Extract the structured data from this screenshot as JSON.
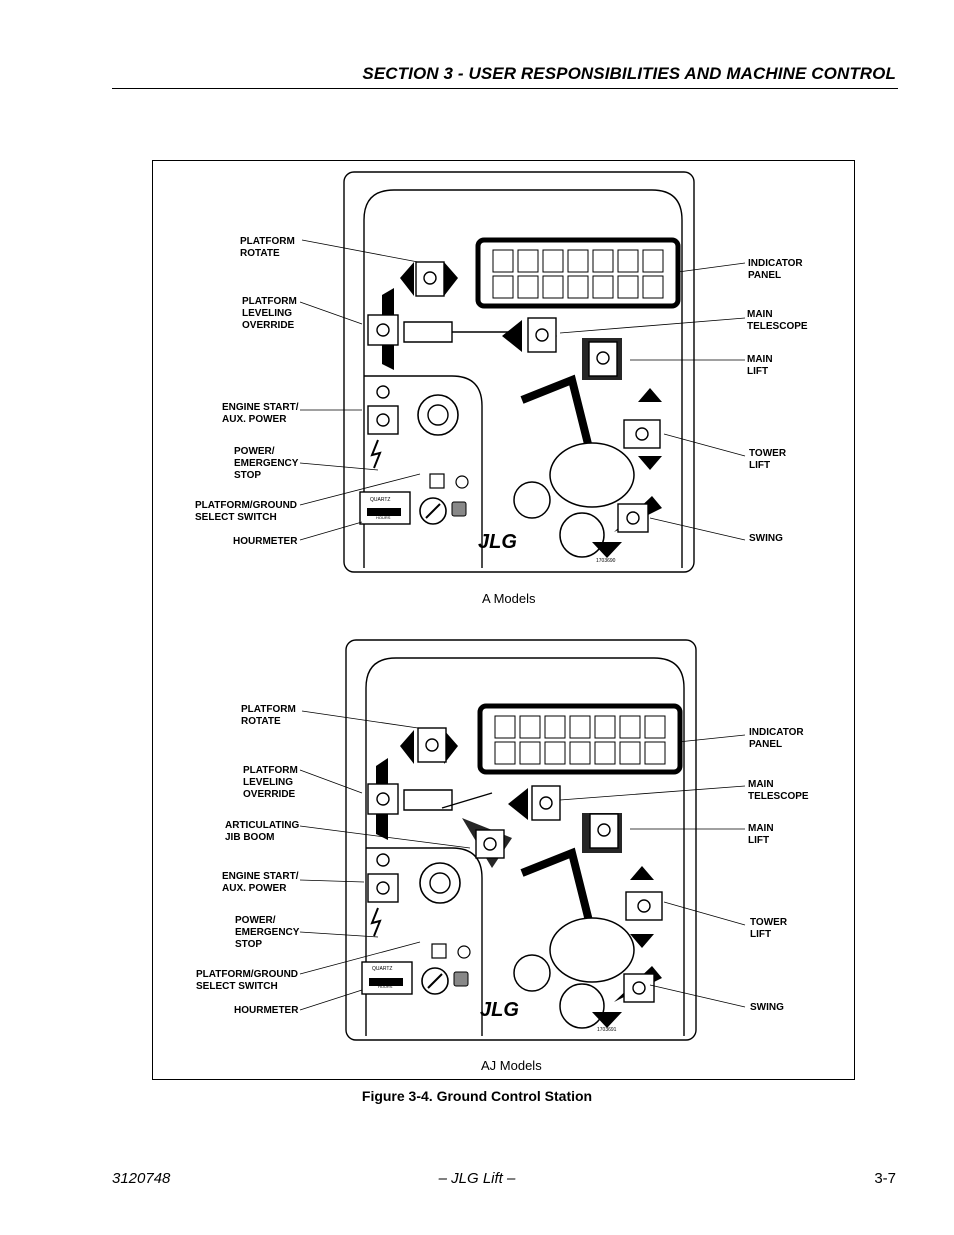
{
  "header": {
    "section_title": "SECTION 3 - USER RESPONSIBILITIES AND MACHINE CONTROL"
  },
  "figure": {
    "caption": "Figure 3-4.  Ground Control Station",
    "panel_a": {
      "caption": "A Models",
      "part_number": "1703690",
      "labels_left": [
        "PLATFORM\nROTATE",
        "PLATFORM\nLEVELING\nOVERRIDE",
        "ENGINE START/\nAUX. POWER",
        "POWER/\nEMERGENCY\nSTOP",
        "PLATFORM/GROUND\nSELECT SWITCH",
        "HOURMETER"
      ],
      "labels_right": [
        "INDICATOR\nPANEL",
        "MAIN\nTELESCOPE",
        "MAIN\nLIFT",
        "TOWER\nLIFT",
        "SWING"
      ]
    },
    "panel_aj": {
      "caption": "AJ Models",
      "part_number": "1703691",
      "labels_left": [
        "PLATFORM\nROTATE",
        "PLATFORM\nLEVELING\nOVERRIDE",
        "ARTICULATING\nJIB BOOM",
        "ENGINE START/\nAUX. POWER",
        "POWER/\nEMERGENCY\nSTOP",
        "PLATFORM/GROUND\nSELECT SWITCH",
        "HOURMETER"
      ],
      "labels_right": [
        "INDICATOR\nPANEL",
        "MAIN\nTELESCOPE",
        "MAIN\nLIFT",
        "TOWER\nLIFT",
        "SWING"
      ]
    },
    "brand_mark": "JLG",
    "hourmeter_text": "QUARTZ",
    "hourmeter_unit": "HOURS"
  },
  "footer": {
    "doc_number": "3120748",
    "center_text": "– JLG Lift –",
    "page_number": "3-7"
  }
}
